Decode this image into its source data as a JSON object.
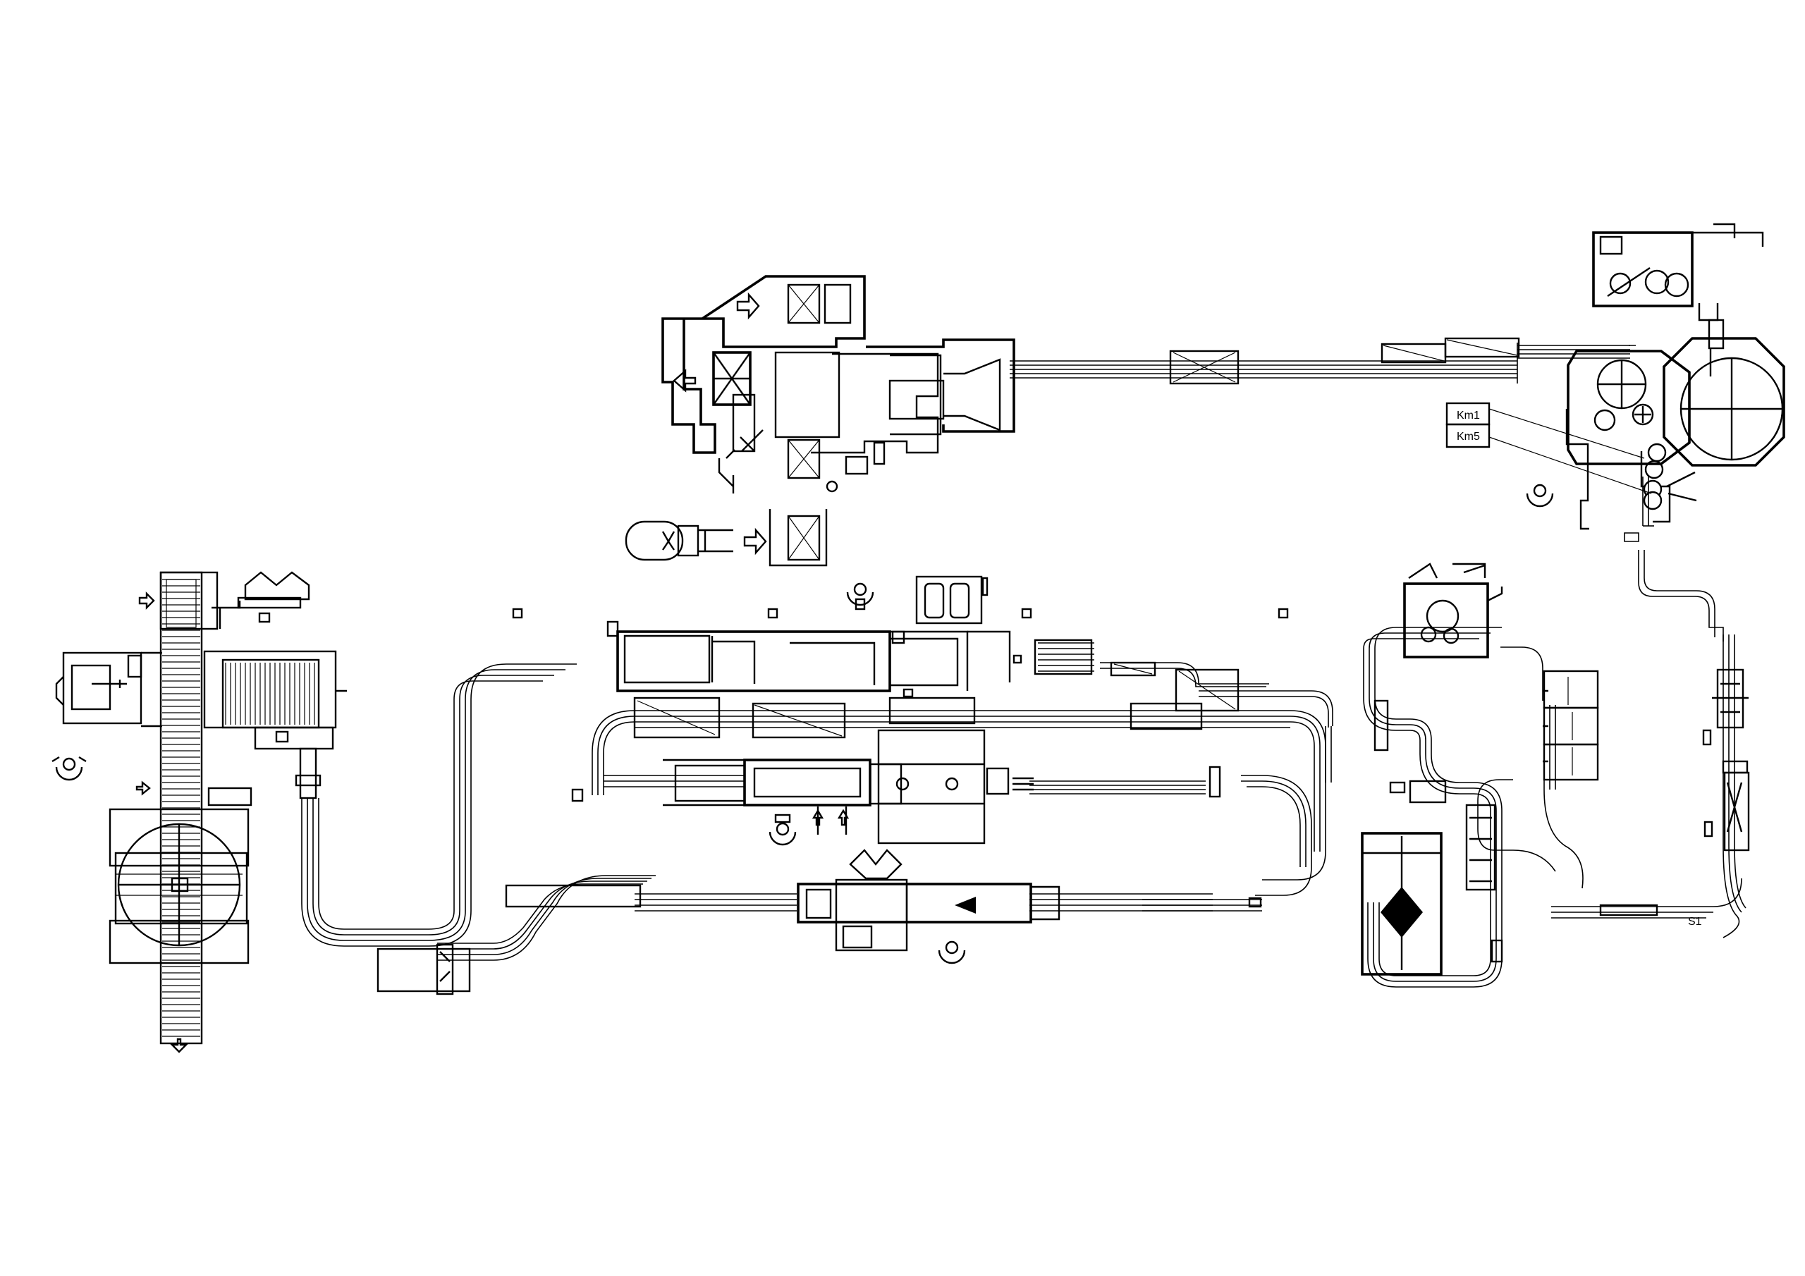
{
  "labels": {
    "km1": "Km1",
    "km5": "Km5",
    "s1": "S1"
  },
  "colors": {
    "line": "#000000",
    "background": "#ffffff"
  }
}
